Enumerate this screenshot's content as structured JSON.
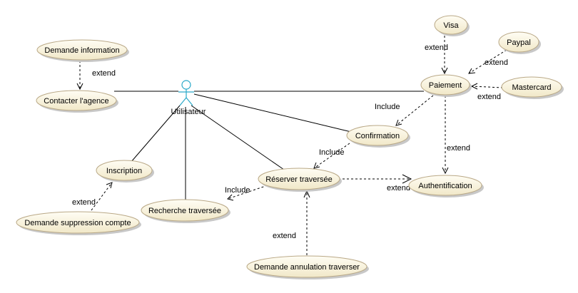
{
  "use_cases": {
    "visa": "Visa",
    "paypal": "Paypal",
    "demande_information": "Demande information",
    "paiement": "Paiement",
    "mastercard": "Mastercard",
    "contacter_agence": "Contacter l'agence",
    "confirmation": "Confirmation",
    "inscription": "Inscription",
    "reserver_traversee": "Réserver traversée",
    "authentification": "Authentification",
    "recherche_traversee": "Recherche traversée",
    "demande_suppression_compte": "Demande suppression compte",
    "demande_annulation_traverser": "Demande annulation traverser"
  },
  "actor": {
    "name": "Utilisateur"
  },
  "relations": {
    "visa_paiement": "extend",
    "paypal_paiement": "extend",
    "mastercard_paiement": "extend",
    "demande_info_contacter": "extend",
    "paiement_confirmation": "Include",
    "paiement_authentification": "extend",
    "confirmation_reserver": "Include",
    "reserver_recherche": "Include",
    "reserver_authentification": "extend",
    "suppression_inscription": "extend",
    "annulation_reserver": "extend"
  },
  "colors": {
    "usecase_fill_top": "#fffdf4",
    "usecase_fill_bottom": "#f1e8c8",
    "usecase_border": "#b9a886",
    "actor": "#2aa9c9"
  }
}
